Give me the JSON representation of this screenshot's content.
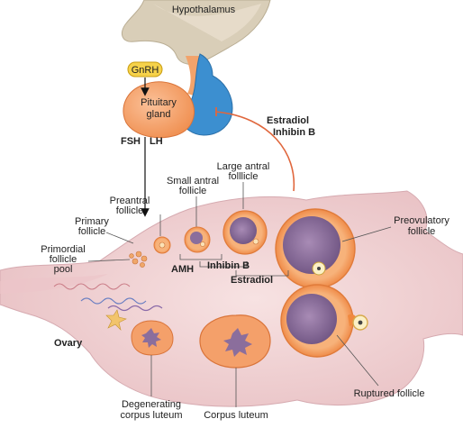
{
  "labels": {
    "hypothalamus": "Hypothalamus",
    "gnrh": "GnRH",
    "pituitary_line1": "Pituitary",
    "pituitary_line2": "gland",
    "fsh": "FSH",
    "lh": "LH",
    "estradiol_fb": "Estradiol",
    "inhibin_fb": "Inhibin B",
    "large_antral_1": "Large antral",
    "large_antral_2": "folllicle",
    "small_antral_1": "Small antral",
    "small_antral_2": "follicle",
    "preantral_1": "Preantral",
    "preantral_2": "follicle",
    "primary_1": "Primary",
    "primary_2": "follicle",
    "primordial_1": "Primordial",
    "primordial_2": "follicle",
    "primordial_3": "pool",
    "amh": "AMH",
    "inhibin_ovary": "Inhibin B",
    "estradiol_ovary": "Estradiol",
    "preovulatory_1": "Preovulatory",
    "preovulatory_2": "follicle",
    "ovary": "Ovary",
    "degenerating_1": "Degenerating",
    "degenerating_2": "corpus luteum",
    "corpus_luteum": "Corpus luteum",
    "ruptured": "Ruptured follicle"
  },
  "colors": {
    "hypothalamus": "#d9ceb8",
    "posterior_pituitary": "#3c8fd0",
    "anterior_pituitary": "#f4a36c",
    "gnrh_fill": "#f6d24a",
    "ovary_tissue": "#f3d9d9",
    "follicle_orange": "#f0893f",
    "antrum": "#8b6e9c",
    "feedback_arrow": "#e0673d"
  }
}
